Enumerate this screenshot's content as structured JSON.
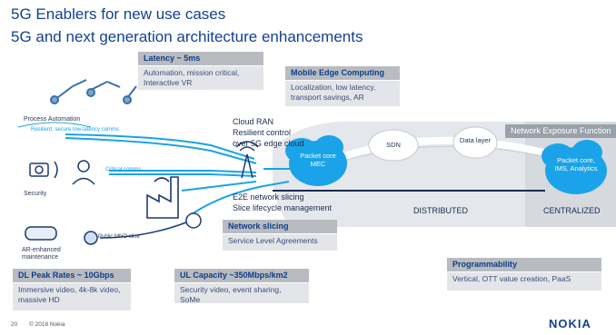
{
  "title": "5G Enablers for new use cases",
  "subtitle": "5G and next generation architecture enhancements",
  "boxes": {
    "latency": {
      "head": "Latency ~ 5ms",
      "body": "Automation, mission critical, Interactive VR"
    },
    "mec": {
      "head": "Mobile Edge Computing",
      "body": "Localization, low latency, transport savings, AR"
    },
    "exposure": {
      "head": "Network Exposure Function"
    },
    "slicing": {
      "head": "Network slicing",
      "body": "Service Level Agreements"
    },
    "dl": {
      "head": "DL Peak Rates ~ 10Gbps",
      "body": "Immersive video, 4k-8k video, massive HD"
    },
    "ul": {
      "head": "UL Capacity ~350Mbps/km2",
      "body": "Security video, event sharing, SoMe"
    },
    "prog": {
      "head": "Programmability",
      "body": "Vertical, OTT value creation, PaaS"
    }
  },
  "labels": {
    "process_automation": "Process Automation",
    "resilient": "Resilient, secure low-latency comms",
    "security": "Security",
    "critical": "Critical comms",
    "ar": "AR-enhanced maintenance",
    "public_mno": "Public MNO slice"
  },
  "middle": {
    "cloud_ran": "Cloud RAN",
    "resilient_control": "Resilient control",
    "over_edge": "over 5G edge cloud",
    "e2e": "E2E network slicing",
    "lifecycle": "Slice lifecycle management"
  },
  "clouds": {
    "packet_core_mec": "Packet core MEC",
    "sdn": "SDN",
    "data_layer": "Data layer",
    "packet_core_central": "Packet core, IMS, Analytics"
  },
  "regions": {
    "distributed": "DISTRIBUTED",
    "centralized": "CENTRALIZED"
  },
  "footer": {
    "page": "20",
    "copyright": "© 2018 Nokia",
    "logo": "NOKIA"
  },
  "colors": {
    "nokia_blue": "#124191",
    "cyan": "#1aa3e8",
    "box_head": "#b8bcc1",
    "box_body": "#e3e5e8",
    "cloud_region": "#dfe3e8"
  }
}
